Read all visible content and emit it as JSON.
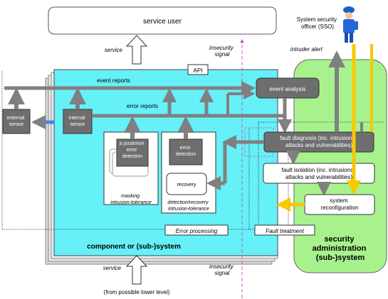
{
  "labels": {
    "service_user": "service user",
    "service_top": "service",
    "insecurity_signal_top": "insecurity\nsignal",
    "sso": "System security\nofficer (SSO)",
    "intruder_alert": "intruder alert",
    "api": "API",
    "event_reports": "event reports",
    "event_analysis": "event analysis",
    "error_reports": "error reports",
    "external_sensor": "external\nsensor",
    "internal_sensor": "internal\nsensor",
    "a_posteriori": "a posteriori\nerror\ndetection",
    "error_detection": "error\ndetection",
    "recovery": "recovery",
    "masking": "masking\nintrusion-tolerance",
    "detection_recovery": "detection/recovery\nintrusion-tolerance",
    "fault_diagnosis": "fault diagnosis (inc. intrusions,\nattacks and vulnerabilities)",
    "fault_isolation": "fault isolation (inc. intrusions,\nattacks and vulnerabilities)",
    "system_reconfiguration": "system\nreconfiguration",
    "error_processing": "Error processing",
    "fault_treatment": "Fault treatment",
    "component": "component or (sub-)system",
    "security_admin": "security\nadministration\n(sub-)system",
    "service_bottom": "service",
    "insecurity_signal_bottom": "insecurity\nsignal",
    "lower_level": "(from possible lower level)"
  },
  "colors": {
    "component_fill": "#66f0f8",
    "security_fill": "#a8f28e",
    "arrow_gray": "#808080",
    "box_dark": "#6e6e6e",
    "alert_yellow": "#f8c800",
    "sensor_blue": "#4a7ff0",
    "signal_purple": "#c050c0"
  },
  "icons": {
    "sso": "security-officer-figure"
  }
}
